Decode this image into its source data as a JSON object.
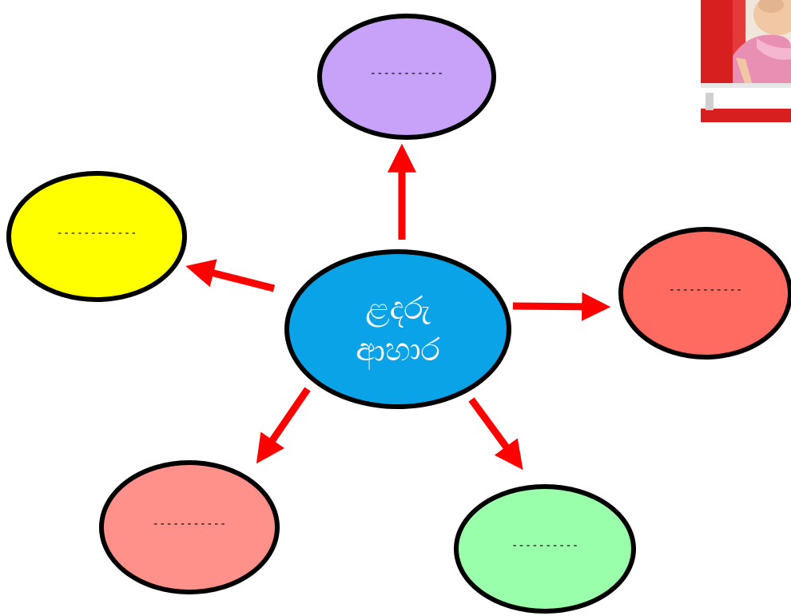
{
  "center": {
    "line1": "ළදරු",
    "line2": "ආහාර"
  },
  "nodes": [
    {
      "id": "top",
      "label": "-----------"
    },
    {
      "id": "left",
      "label": "------------"
    },
    {
      "id": "right",
      "label": "-----------"
    },
    {
      "id": "bottom_left",
      "label": "-----------"
    },
    {
      "id": "bottom_right",
      "label": "----------"
    }
  ],
  "colors": {
    "center_fill": "#0aa3e8",
    "top_fill": "#c8a2f8",
    "left_fill": "#ffff00",
    "right_fill": "#ff6b61",
    "bottom_left_fill": "#ff908a",
    "bottom_right_fill": "#99ffaa",
    "arrow": "#ff0000",
    "outline": "#000000"
  },
  "photo": {
    "icon": "baby-in-high-chair-photo"
  }
}
